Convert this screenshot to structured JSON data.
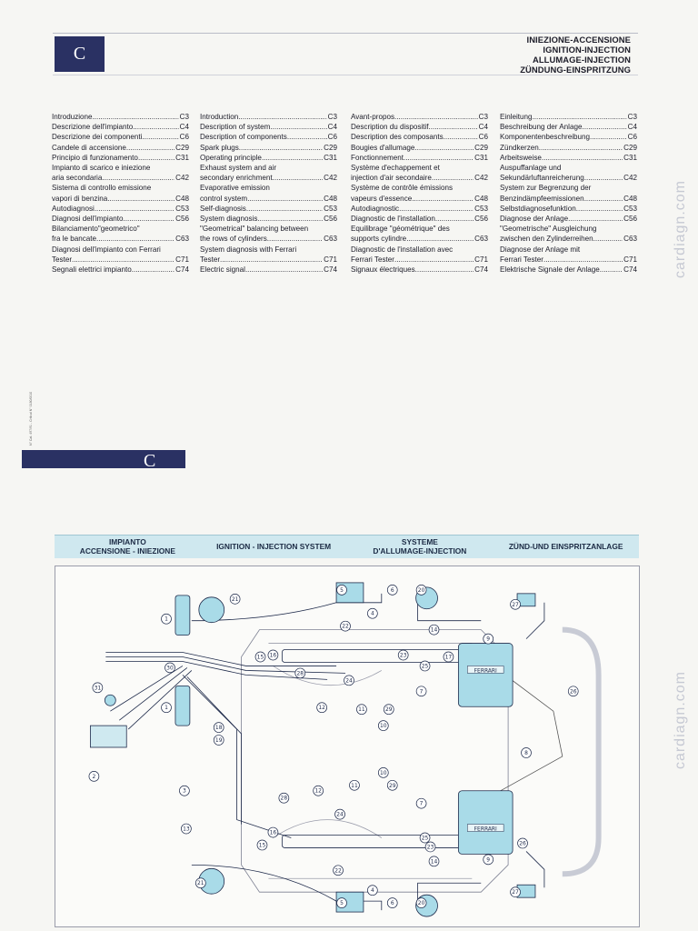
{
  "header": {
    "section_letter": "C",
    "titles": [
      "INIEZIONE-ACCENSIONE",
      "IGNITION-INJECTION",
      "ALLUMAGE-INJECTION",
      "ZÜNDUNG-EINSPRITZUNG"
    ]
  },
  "index": {
    "italian": [
      {
        "text": "Introduzione",
        "page": "C3"
      },
      {
        "text": "Descrizione dell'impianto",
        "page": "C4"
      },
      {
        "text": "Descrizione dei componenti",
        "page": "C6"
      },
      {
        "text": "Candele di accensione",
        "page": "C29"
      },
      {
        "text": "Principio di funzionamento",
        "page": "C31"
      },
      {
        "text": "Impianto di scarico e iniezione\n   aria secondaria",
        "page": "C42"
      },
      {
        "text": "Sistema di controllo emissione\n   vapori di benzina",
        "page": "C48"
      },
      {
        "text": "Autodiagnosi",
        "page": "C53"
      },
      {
        "text": "Diagnosi dell'impianto",
        "page": "C56"
      },
      {
        "text": "Bilanciamento\"geometrico\"\n   fra le bancate",
        "page": "C63"
      },
      {
        "text": "Diagnosi dell'impianto con Ferrari\nTester",
        "page": "C71"
      },
      {
        "text": "Segnali elettrici impianto",
        "page": "C74"
      }
    ],
    "english": [
      {
        "text": "Introduction",
        "page": "C3"
      },
      {
        "text": "Description of system",
        "page": "C4"
      },
      {
        "text": "Description of components",
        "page": "C6"
      },
      {
        "text": "Spark plugs",
        "page": "C29"
      },
      {
        "text": "Operating principle",
        "page": "C31"
      },
      {
        "text": "Exhaust system and air\n   secondary enrichment",
        "page": "C42"
      },
      {
        "text": "Evaporative emission\n   control system",
        "page": "C48"
      },
      {
        "text": "Self-diagnosis",
        "page": "C53"
      },
      {
        "text": "System diagnosis",
        "page": "C56"
      },
      {
        "text": "\"Geometrical\" balancing between\n   the rows of cylinders",
        "page": "C63"
      },
      {
        "text": "System diagnosis with Ferrari\nTester",
        "page": "C71"
      },
      {
        "text": "Electric signal",
        "page": "C74"
      }
    ],
    "french": [
      {
        "text": "Avant-propos",
        "page": "C3"
      },
      {
        "text": "Description du dispositif",
        "page": "C4"
      },
      {
        "text": "Description des composants",
        "page": "C6"
      },
      {
        "text": "Bougies d'allumage",
        "page": "C29"
      },
      {
        "text": "Fonctionnement",
        "page": "C31"
      },
      {
        "text": "Système d'echappement et\n   injection d'air secondaire",
        "page": "C42"
      },
      {
        "text": "Système de contrôle émissions\n   vapeurs d'essence",
        "page": "C48"
      },
      {
        "text": "Autodiagnostic",
        "page": "C53"
      },
      {
        "text": "Diagnostic de l'installation",
        "page": "C56"
      },
      {
        "text": "Equilibrage \"géométrique\" des\n   supports cylindre",
        "page": "C63"
      },
      {
        "text": "Diagnostic de l'installation avec\n   Ferrari Tester",
        "page": "C71"
      },
      {
        "text": "Signaux électriques",
        "page": "C74"
      }
    ],
    "german": [
      {
        "text": "Einleitung",
        "page": "C3"
      },
      {
        "text": "Beschreibung der Anlage",
        "page": "C4"
      },
      {
        "text": "Komponentenbeschreibung",
        "page": "C6"
      },
      {
        "text": "Zündkerzen",
        "page": "C29"
      },
      {
        "text": "Arbeitsweise",
        "page": "C31"
      },
      {
        "text": "Auspuffanlage und\n   Sekundärluftanreicherung",
        "page": "C42"
      },
      {
        "text": "System zur Begrenzung der\nBenzindämpfeemissionen",
        "page": "C48"
      },
      {
        "text": "Selbstdiagnosefunktion",
        "page": "C53"
      },
      {
        "text": "Diagnose der Anlage",
        "page": "C56"
      },
      {
        "text": "\"Geometrische\" Ausgleichung\n   zwischen den Zylinderreihen",
        "page": "C63"
      },
      {
        "text": "Diagnose der Anlage mit\n   Ferrari Tester",
        "page": "C71"
      },
      {
        "text": "Elektrische Signale der Anlage",
        "page": "C74"
      }
    ]
  },
  "side": {
    "doc_code": "N° Cat. 497/91 - Critical N° 0180/0010",
    "watermark": "cardiagn.com",
    "tab_letter": "C"
  },
  "diagram": {
    "band": [
      "IMPIANTO\nACCENSIONE - INIEZIONE",
      "IGNITION - INJECTION SYSTEM",
      "SYSTEME\nD'ALLUMAGE-INJECTION",
      "ZÜND-UND EINSPRITZANLAGE"
    ],
    "callouts": [
      "1",
      "1",
      "2",
      "3",
      "4",
      "4",
      "5",
      "5",
      "6",
      "6",
      "7",
      "7",
      "8",
      "9",
      "9",
      "10",
      "10",
      "11",
      "11",
      "12",
      "12",
      "13",
      "14",
      "14",
      "15",
      "15",
      "16",
      "16",
      "17",
      "18",
      "19",
      "20",
      "20",
      "21",
      "21",
      "22",
      "22",
      "23",
      "23",
      "24",
      "24",
      "25",
      "25",
      "26",
      "26",
      "27",
      "27",
      "28",
      "28",
      "29",
      "29",
      "30",
      "31"
    ],
    "plate_text": "FERRARI",
    "colors": {
      "accent_cyan": "#a9dbe8",
      "ink": "#1e2a4a",
      "navy": "#2a3163"
    }
  }
}
